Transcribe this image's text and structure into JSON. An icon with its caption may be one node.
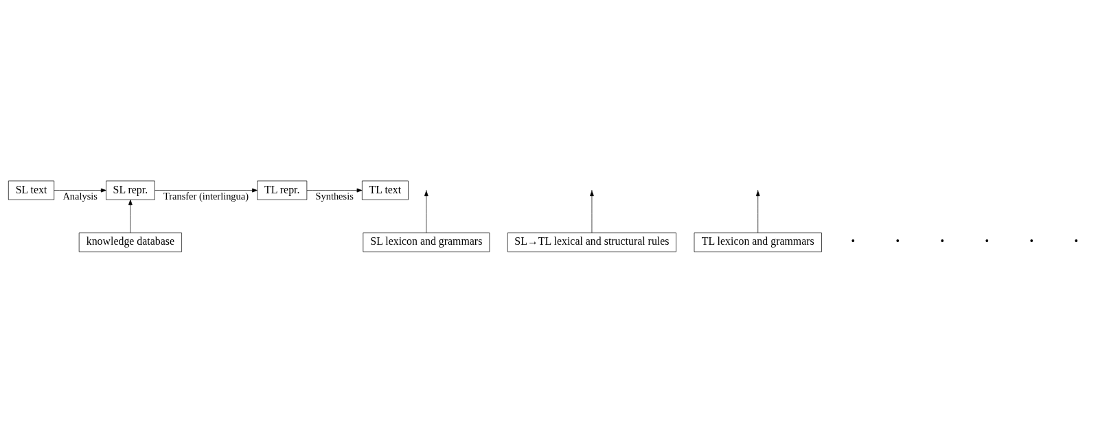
{
  "diagram": {
    "nodes": [
      {
        "text": [
          "SL text"
        ]
      },
      {
        "text": [
          "SL repr."
        ]
      },
      {
        "text": [
          "TL repr."
        ]
      },
      {
        "text": [
          "TL text"
        ]
      },
      {
        "text": [
          "SL lexicon and grammars"
        ]
      },
      {
        "text": [
          "SL→TL lexical and structural rules"
        ]
      },
      {
        "text": [
          "TL lexicon and grammars"
        ]
      },
      {
        "text": [
          "knowledge database"
        ]
      }
    ],
    "edges": [
      {
        "from": 0,
        "to": 1,
        "arrow": "to",
        "label": "Analysis"
      },
      {
        "from": 1,
        "to": 2,
        "arrow": "to",
        "label": "Transfer (interlingua)"
      },
      {
        "from": 2,
        "to": 3,
        "arrow": "to",
        "label": "Synthesis"
      },
      {
        "from": 4,
        "to": null,
        "arrow": "to"
      },
      {
        "from": 5,
        "to": null,
        "arrow": "to"
      },
      {
        "from": 6,
        "to": null,
        "arrow": "to"
      },
      {
        "from": 7,
        "to": 1,
        "arrow": "to"
      }
    ],
    "labels": [
      "•",
      "•",
      "•",
      "•",
      "•",
      "•"
    ]
  }
}
